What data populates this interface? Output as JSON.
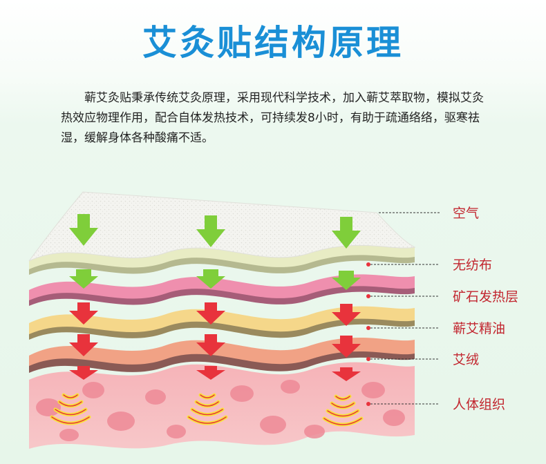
{
  "title": "艾灸贴结构原理",
  "description": "蕲艾灸贴秉承传统艾灸原理，采用现代科学技术，加入蕲艾萃取物，模拟艾灸热效应物理作用，配合自体发热技术，可持续发8小时，有助于疏通络络，驱寒祛湿，缓解身体各种酸痛不适。",
  "layers": [
    {
      "id": "air",
      "label": "空气"
    },
    {
      "id": "nonwoven",
      "label": "无纺布"
    },
    {
      "id": "mineral",
      "label": "矿石发热层"
    },
    {
      "id": "oil",
      "label": "蕲艾精油"
    },
    {
      "id": "moxa",
      "label": "艾绒"
    },
    {
      "id": "tissue",
      "label": "人体组织"
    }
  ],
  "colors": {
    "title": "#1a8fd6",
    "label": "#c2262f",
    "air_arrow": "#7fce3a",
    "heat_arrow": "#e8333c",
    "nonwoven": "#e8ecc4",
    "mineral": "#ef8fae",
    "oil": "#f5d78a",
    "moxa": "#f1a285",
    "tissue": "#f3a7ad"
  }
}
